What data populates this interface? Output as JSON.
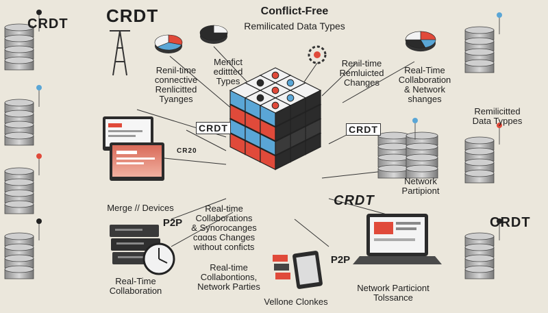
{
  "title": {
    "line1": "Conflict-Free",
    "line2": "Remilicated Data Types"
  },
  "labels": {
    "crdt_top_left": "CRDT",
    "crdt_left_arrow": "CRDT",
    "crdt_right_arrow": "CRDT",
    "crdt_center": "CRDT",
    "crdt_small": "CR20",
    "crdt_top_far_left": "CRDT",
    "crdt_right_bottom": "CRDT",
    "realtime_connective": "Renil-time\nconnective\nRenlicitted\nTyanges",
    "menfict": "Menfict\nedittted\nTypes",
    "renil_time_changes": "Renil-time\nRemluicted\nChanges",
    "rt_collab_network": "Real-Time\nCollaboration\n& Network\nshanges",
    "remilicitted": "Remilicitted\nData Typpes",
    "network_participant": "Network\nPartipiont",
    "merge_devices": "Merge // Devices",
    "p2p_left": "P2P",
    "rt_collab_center": "Real-time\nCollaborations\n& Synorocanges\ncɑɑɑs Changes\nwithout conficts",
    "rt_collab_bottom_left": "Real-Time\nCollaboration",
    "rt_collab_bottom_mid": "Real-time\nCollabontions,\nNetwork Parties",
    "p2p_right": "P2P",
    "network_tolerance": "Network Particiont\nTolssance",
    "vellone": "Vellone Clonkes"
  },
  "colors": {
    "background": "#ebe7dc",
    "accent_red": "#e04a3a",
    "accent_blue": "#5aa6d6",
    "dark": "#222222",
    "cube_white": "#f2f2f2"
  }
}
